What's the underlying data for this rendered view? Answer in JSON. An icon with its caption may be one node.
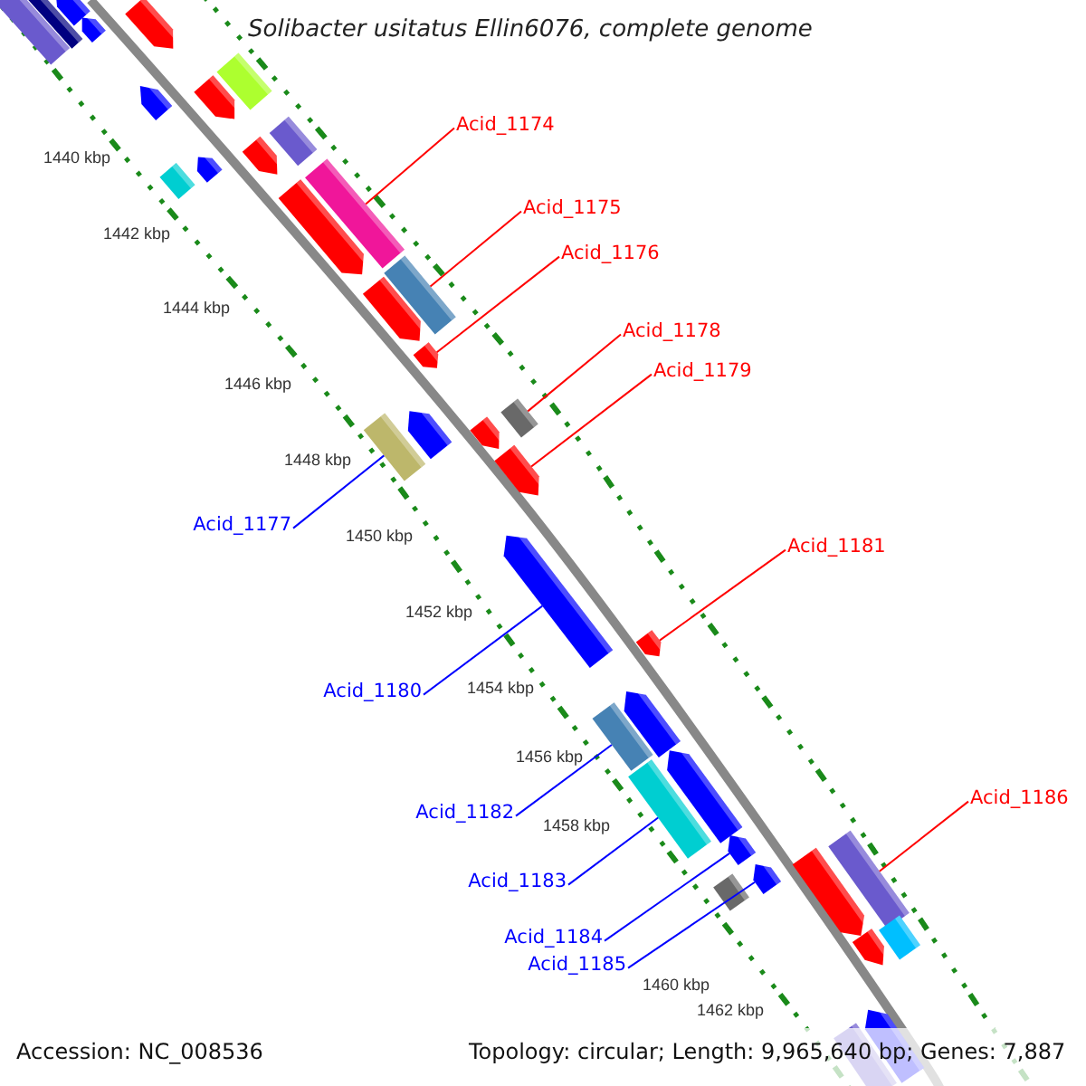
{
  "diagram": {
    "title": "Solibacter usitatus Ellin6076, complete genome",
    "nodes": [
      {
        "text": [
          "Acid_1174"
        ]
      },
      {
        "text": [
          "Acid_1175"
        ]
      },
      {
        "text": [
          "Acid_1176"
        ]
      },
      {
        "text": [
          "Acid_1178"
        ]
      },
      {
        "text": [
          "Acid_1179"
        ]
      },
      {
        "text": [
          "Acid_1177"
        ]
      },
      {
        "text": [
          "Acid_1181"
        ]
      },
      {
        "text": [
          "Acid_1180"
        ]
      },
      {
        "text": [
          "Acid_1186"
        ]
      },
      {
        "text": [
          "Acid_1182"
        ]
      },
      {
        "text": [
          "Acid_1183"
        ]
      },
      {
        "text": [
          "Acid_1184"
        ]
      },
      {
        "text": [
          "Acid_1185"
        ]
      },
      {
        "text": [],
        "shape": "bar"
      },
      {
        "text": [],
        "shape": "bar"
      },
      {
        "text": [],
        "shape": "pentagon"
      },
      {
        "text": [],
        "shape": "pentagon"
      },
      {
        "text": [],
        "shape": "pentagon"
      },
      {
        "text": [],
        "shape": "bar"
      },
      {
        "text": [],
        "shape": "pentagon"
      },
      {
        "text": [],
        "shape": "pentagon"
      },
      {
        "text": [],
        "shape": "bar"
      },
      {
        "text": [],
        "shape": "pentagon"
      },
      {
        "text": [],
        "shape": "bar"
      },
      {
        "text": [],
        "shape": "pentagon"
      },
      {
        "text": [],
        "shape": "bar"
      },
      {
        "text": [],
        "shape": "pentagon"
      },
      {
        "text": [],
        "shape": "bar"
      },
      {
        "text": [],
        "shape": "pentagon"
      },
      {
        "text": [],
        "shape": "pentagon"
      },
      {
        "text": [],
        "shape": "bar"
      },
      {
        "text": [],
        "shape": "pentagon"
      },
      {
        "text": [],
        "shape": "bar"
      },
      {
        "text": [],
        "shape": "pentagon"
      },
      {
        "text": [],
        "shape": "pentagon"
      },
      {
        "text": [],
        "shape": "pentagon"
      },
      {
        "text": [],
        "shape": "pentagon"
      },
      {
        "text": [],
        "shape": "bar"
      },
      {
        "text": [],
        "shape": "pentagon"
      },
      {
        "text": [],
        "shape": "bar"
      },
      {
        "text": [],
        "shape": "pentagon"
      },
      {
        "text": [],
        "shape": "pentagon"
      },
      {
        "text": [],
        "shape": "pentagon"
      },
      {
        "text": [],
        "shape": "bar"
      },
      {
        "text": [],
        "shape": "pentagon"
      },
      {
        "text": [],
        "shape": "bar"
      },
      {
        "text": [],
        "shape": "pentagon"
      },
      {
        "text": [],
        "shape": "bar"
      },
      {
        "text": [],
        "shape": "bar"
      },
      {
        "text": [],
        "shape": "pentagon"
      }
    ],
    "edges": [
      {
        "from": 0,
        "to": 25,
        "arrow": "none",
        "color": "#ff0000"
      },
      {
        "from": 1,
        "to": 27,
        "arrow": "none",
        "color": "#ff0000"
      },
      {
        "from": 2,
        "to": 29,
        "arrow": "none",
        "color": "#ff0000"
      },
      {
        "from": 3,
        "to": 32,
        "arrow": "none",
        "color": "#ff0000"
      },
      {
        "from": 4,
        "to": 34,
        "arrow": "none",
        "color": "#ff0000"
      },
      {
        "from": 5,
        "to": 30,
        "arrow": "none",
        "color": "#0000ff"
      },
      {
        "from": 6,
        "to": 36,
        "arrow": "none",
        "color": "#ff0000"
      },
      {
        "from": 7,
        "to": 35,
        "arrow": "none",
        "color": "#0000ff"
      },
      {
        "from": 8,
        "to": 45,
        "arrow": "none",
        "color": "#ff0000"
      },
      {
        "from": 9,
        "to": 37,
        "arrow": "none",
        "color": "#0000ff"
      },
      {
        "from": 10,
        "to": 39,
        "arrow": "none",
        "color": "#0000ff"
      },
      {
        "from": 11,
        "to": 41,
        "arrow": "none",
        "color": "#0000ff"
      },
      {
        "from": 12,
        "to": 42,
        "arrow": "none",
        "color": "#0000ff"
      }
    ],
    "labels": [
      "1440 kbp",
      "1442 kbp",
      "1444 kbp",
      "1446 kbp",
      "1448 kbp",
      "1450 kbp",
      "1452 kbp",
      "1454 kbp",
      "1456 kbp",
      "1458 kbp",
      "1460 kbp",
      "1462 kbp",
      "Accession: NC_008536",
      "Topology: circular; Length: 9,965,640 bp; Genes: 7,887"
    ]
  }
}
